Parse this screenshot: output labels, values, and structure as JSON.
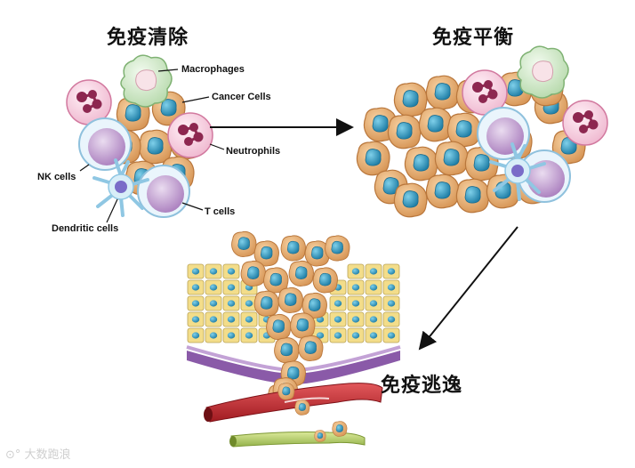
{
  "stages": {
    "elimination": "免疫清除",
    "equilibrium": "免疫平衡",
    "escape": "免疫逃逸"
  },
  "labels": {
    "macrophages": "Macrophages",
    "cancer_cells": "Cancer Cells",
    "neutrophils": "Neutrophils",
    "nk_cells": "NK cells",
    "t_cells": "T cells",
    "dendritic_cells": "Dendritic cells"
  },
  "watermark": "大数跑浪",
  "colors": {
    "cancer_cell": "#e8b27a",
    "nucleus": "#3f9fc4",
    "epithelium": "#f3dd8a",
    "neutrophil": "#f6d6e4",
    "nk_cell": "#c9a9d4",
    "vessel_red": "#c8262b",
    "vessel_green": "#b6cf62"
  }
}
